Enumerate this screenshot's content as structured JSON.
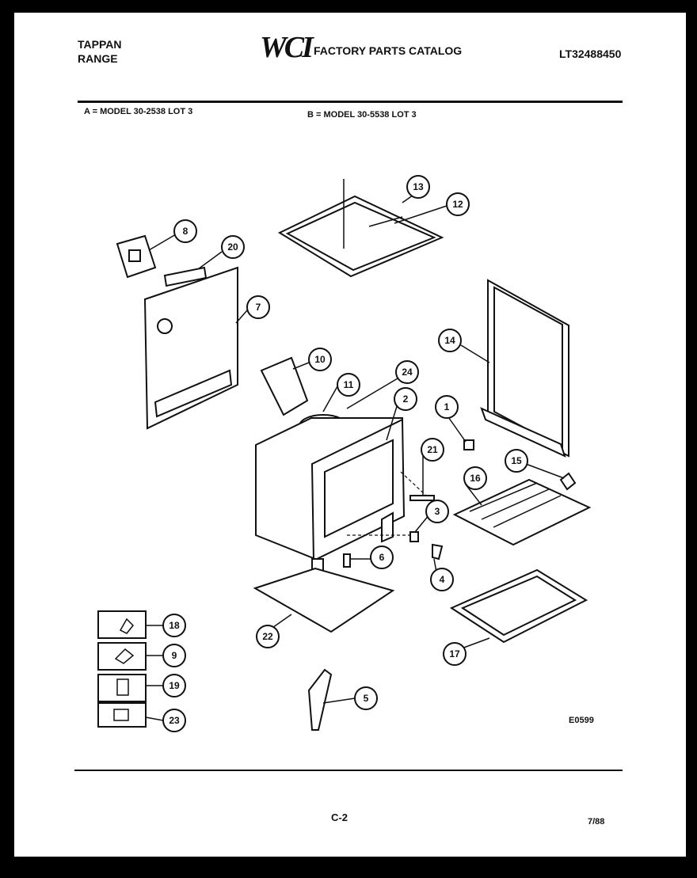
{
  "header": {
    "brand": "TAPPAN",
    "product": "RANGE",
    "logo_text": "WCI",
    "catalog_title": "FACTORY PARTS CATALOG",
    "catalog_number": "LT32488450"
  },
  "models": {
    "a": "A = MODEL 30-2538 LOT 3",
    "b": "B = MODEL 30-5538 LOT 3"
  },
  "diagram": {
    "callouts": [
      "1",
      "2",
      "3",
      "4",
      "5",
      "6",
      "7",
      "8",
      "9",
      "10",
      "11",
      "12",
      "13",
      "14",
      "15",
      "16",
      "17",
      "18",
      "19",
      "20",
      "21",
      "22",
      "23",
      "24"
    ],
    "drawing_code": "E0599"
  },
  "footer": {
    "page": "C-2",
    "date": "7/88"
  }
}
